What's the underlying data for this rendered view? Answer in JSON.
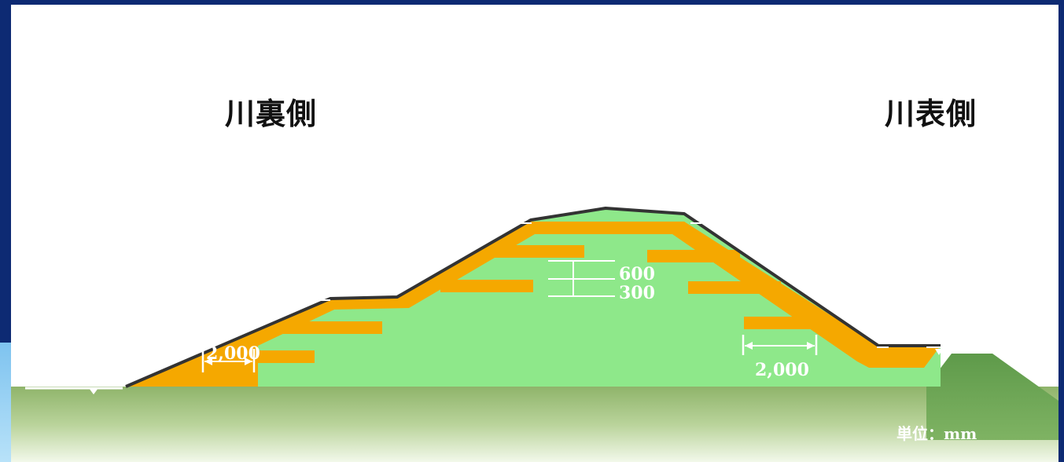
{
  "labels": {
    "left_side": "川裏側",
    "right_side": "川表側"
  },
  "dimensions": {
    "vertical_upper": "600",
    "vertical_lower": "300",
    "width_left": "2,000",
    "width_right": "2,000"
  },
  "unit": "単位：mm",
  "colors": {
    "frame": "#0d2a73",
    "embankment": "#8ee88a",
    "reinforcement": "#f5a800",
    "ground": "#8fb46a",
    "slope_outline": "#333333"
  }
}
